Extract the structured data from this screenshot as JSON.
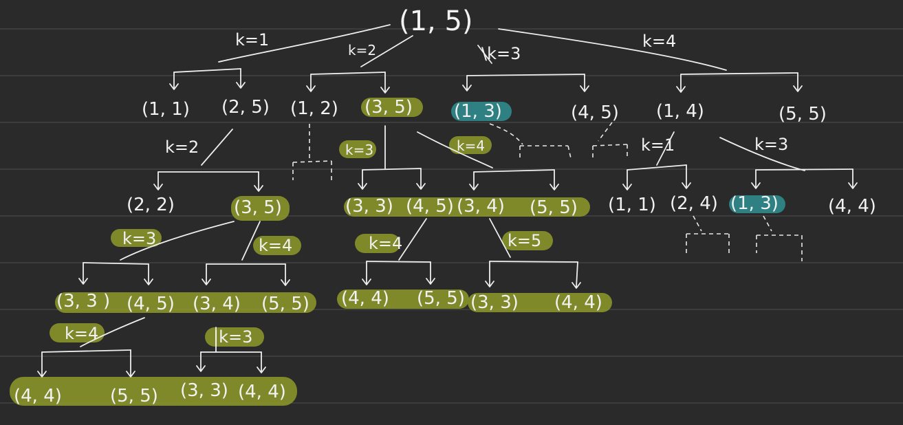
{
  "colors": {
    "background": "#2a2a2b",
    "rule": "#4d4d4f",
    "ink": "#f2f2f2",
    "highlight_olive": "#8f9a2a",
    "highlight_teal": "#2f8f93"
  },
  "root": "(1, 5)",
  "edge_labels": {
    "root_k1": "k=1",
    "root_k2": "k=2",
    "root_k3": "\\k=3",
    "root_k4": "k=4",
    "l1_25_k2": "k=2",
    "l1_35_k3": "k=3",
    "l1_35_k4": "k=4",
    "l1_14_k1": "k=1",
    "l1_14_k3": "k=3",
    "l2_35_k3": "k=3",
    "l2_35_k4": "k=4",
    "l2_45_k4": "k=4",
    "l2_34_k5": "k=5",
    "l3_45_k4": "k=4",
    "l3_34_k3": "|k=3"
  },
  "nodes": {
    "l1_11": "(1, 1)",
    "l1_25": "(2, 5)",
    "l1_12": "(1, 2)",
    "l1_35": "(3, 5)",
    "l1_13": "(1, 3)",
    "l1_45": "(4, 5)",
    "l1_14": "(1, 4)",
    "l1_55": "(5, 5)",
    "l2_22": "(2, 2)",
    "l2_35": "(3, 5)",
    "l2_33": "(3, 3)",
    "l2_45": "(4, 5)",
    "l2_34": "(3, 4)",
    "l2_55": "(5, 5)",
    "l2_11": "(1, 1)",
    "l2_24": "(2, 4)",
    "l2_13": "(1, 3)",
    "l2_44": "(4, 4)",
    "l3_33": "(3, 3 )",
    "l3_45": "(4, 5)",
    "l3_34": "(3, 4)",
    "l3_55": "(5, 5)",
    "l3_44b": "(4, 4)",
    "l3_55b": "(5, 5)",
    "l3_33c": "(3, 3)",
    "l3_44c": "(4, 4)",
    "l4_44": "(4, 4)",
    "l4_55": "(5, 5)",
    "l4_33": "(3, 3)",
    "l4_44b": "(4, 4)"
  }
}
